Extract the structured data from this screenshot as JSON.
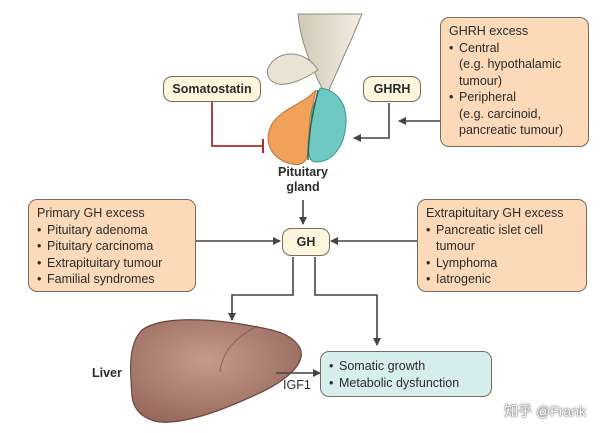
{
  "nodes": {
    "somatostatin": "Somatostatin",
    "ghrh": "GHRH",
    "gh": "GH",
    "pituitary_label": [
      "Pituitary",
      "gland"
    ],
    "liver_label": "Liver",
    "igf1_label": "IGF1"
  },
  "ghrh_excess": {
    "title": "GHRH excess",
    "items": [
      {
        "text": "Central",
        "bullet": true
      },
      {
        "text": "(e.g. hypothalamic",
        "bullet": false
      },
      {
        "text": "tumour)",
        "bullet": false
      },
      {
        "text": "Peripheral",
        "bullet": true
      },
      {
        "text": "(e.g. carcinoid,",
        "bullet": false
      },
      {
        "text": "pancreatic tumour)",
        "bullet": false
      }
    ]
  },
  "primary_gh_excess": {
    "title": "Primary GH excess",
    "items": [
      "Pituitary adenoma",
      "Pituitary carcinoma",
      "Extrapituitary tumour",
      "Familial syndromes"
    ]
  },
  "extrapituitary_gh_excess": {
    "title": "Extrapituitary GH excess",
    "items": [
      {
        "text": "Pancreatic islet cell",
        "bullet": true
      },
      {
        "text": "tumour",
        "bullet": false
      },
      {
        "text": "Lymphoma",
        "bullet": true
      },
      {
        "text": "Iatrogenic",
        "bullet": true
      }
    ]
  },
  "effects": {
    "items": [
      "Somatic growth",
      "Metabolic dysfunction"
    ]
  },
  "watermark": "知乎 @Frank",
  "colors": {
    "peach_fill": "#fbd9b9",
    "cream_fill": "#fef5dd",
    "mint_fill": "#d7efec",
    "pituitary_orange": "#f0a25a",
    "pituitary_teal": "#6fc9c2",
    "liver_brown": "#a87a6d",
    "inhibition_red": "#b02a2a",
    "arrow_gray": "#444444"
  }
}
